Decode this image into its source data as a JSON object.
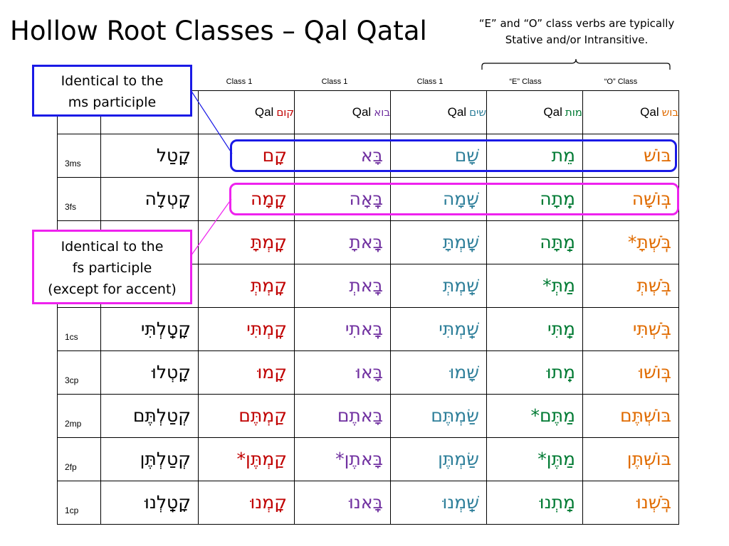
{
  "title": "Hollow Root Classes – Qal Qatal",
  "note": {
    "line1": "“E” and “O” class verbs are typically",
    "line2": "Stative and/or Intransitive."
  },
  "column_classes": [
    "Class 1",
    "Class 1",
    "Class 1",
    "“E” Class",
    "“O” Class"
  ],
  "root_row": {
    "qal_label": "Qal",
    "roots": [
      "קום",
      "בוא",
      "שים",
      "מות",
      "בוש"
    ]
  },
  "rows": [
    {
      "pgn": "3ms",
      "paradigm": "קָטַל",
      "forms": [
        "קָם",
        "בָּא",
        "שָׁם",
        "מֵת",
        "בּוֹשׁ"
      ]
    },
    {
      "pgn": "3fs",
      "paradigm": "קָטְלָה",
      "forms": [
        "קָֽמָה",
        "בָּֽאָה",
        "שָֽׁמָה",
        "מֵֽתָה",
        "בּֽוֹשָׁה"
      ]
    },
    {
      "pgn": "",
      "paradigm": "",
      "forms": [
        "קָֽמְתָּ",
        "בָּֽאתָ",
        "שָֽׁמְתָּ",
        "מַֽתָּה",
        "בֹּֽשְׁתָּ*"
      ]
    },
    {
      "pgn": "",
      "paradigm": "",
      "forms": [
        "קָֽמְתְּ",
        "בָּֽאתְ",
        "שַֽׁמְתְּ",
        "מַתְּ*",
        "בֹּֽשְׁתְּ"
      ]
    },
    {
      "pgn": "1cs",
      "paradigm": "קָטַֽלְתִּי",
      "forms": [
        "קָֽמְתִּי",
        "בָּֽאתִי",
        "שַֽׁמְתִּי",
        "מַֽתִּי",
        "בֹּֽשְׁתִּי"
      ]
    },
    {
      "pgn": "3cp",
      "paradigm": "קָטְלוּ",
      "forms": [
        "קָמוּ",
        "בָּאוּ",
        "שָׁמוּ",
        "מֵֽתוּ",
        "בּֽוֹשׁוּ"
      ]
    },
    {
      "pgn": "2mp",
      "paradigm": "קְטַלְתֶּם",
      "forms": [
        "קַמְתֶּם",
        "בָּאתֶם",
        "שַׂמְתֶּם",
        "מַתֶּם*",
        "בּוֹשְׁתֶּם"
      ]
    },
    {
      "pgn": "2fp",
      "paradigm": "קְטַלְתֶּן",
      "forms": [
        "קַמְתֶּן*",
        "בָּאתֶן*",
        "שַׂמְתֶּן",
        "מַתֶּן*",
        "בּוֹשְׁתֶּן"
      ]
    },
    {
      "pgn": "1cp",
      "paradigm": "קָטַֽלְנוּ",
      "forms": [
        "קָֽמְנוּ",
        "בָּֽאנוּ",
        "שַֽׁמְנוּ",
        "מַֽתְנוּ",
        "בֹּֽשְׁנוּ"
      ]
    }
  ],
  "callouts": {
    "ms": {
      "line1": "Identical to the",
      "line2": "ms participle"
    },
    "fs": {
      "line1": "Identical to the",
      "line2": "fs participle",
      "line3": "(except for accent)"
    }
  },
  "colors": {
    "col1": "#c00000",
    "col2": "#7030a0",
    "col3": "#2e7f9a",
    "col4": "#007a33",
    "col5": "#e06b00",
    "highlight_blue": "#1a1ae6",
    "highlight_pink": "#ee22ee"
  }
}
